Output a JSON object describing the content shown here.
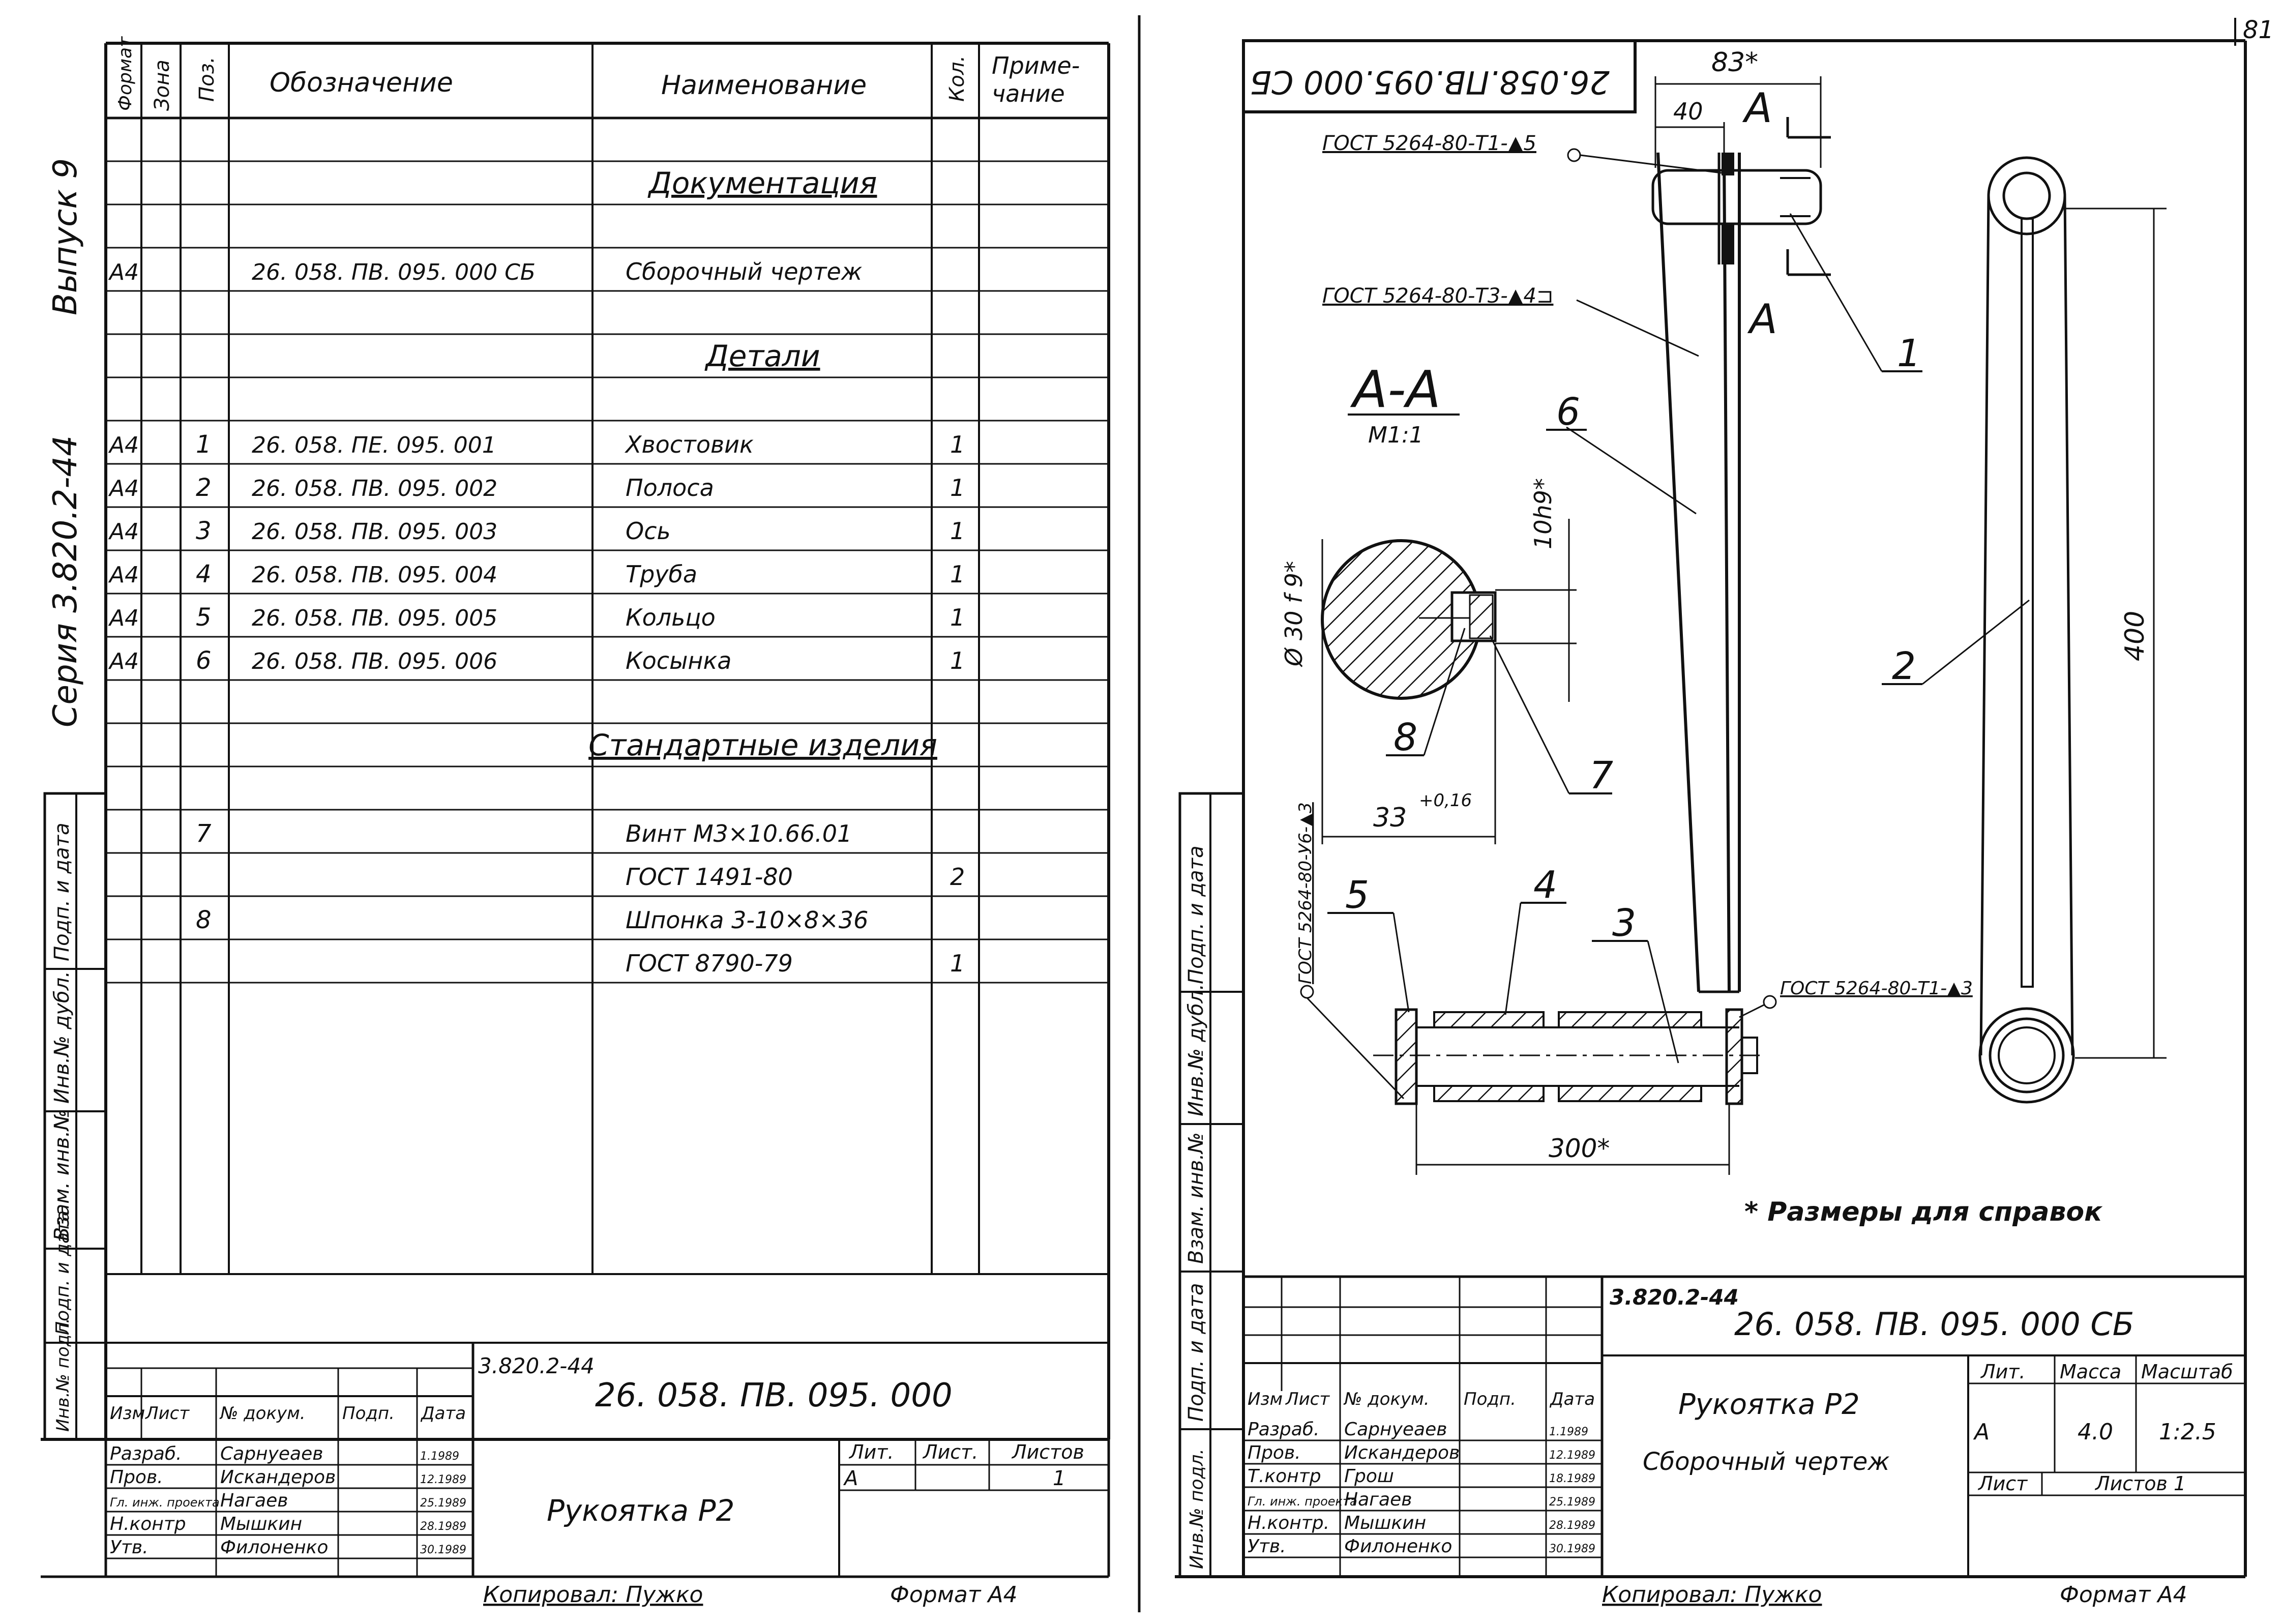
{
  "page_number": "81",
  "left_sheet": {
    "vertical_series": "Серия 3.820.2-44",
    "vertical_issue": "Выпуск 9",
    "side_stamp_labels": [
      "Подп. и дата",
      "Инв.№ дубл.",
      "Взам. инв.№",
      "Подп. и дата",
      "Инв.№ подл."
    ],
    "spec_headers": {
      "format": "Формат",
      "zone": "Зона",
      "pos": "Поз.",
      "designation": "Обозначение",
      "name": "Наименование",
      "qty": "Кол.",
      "note": "Приме-\nчание"
    },
    "spec_rows": [
      {
        "format": "",
        "pos": "",
        "designation": "",
        "name": "",
        "qty": ""
      },
      {
        "format": "",
        "pos": "",
        "designation": "",
        "name": "Документация",
        "qty": "",
        "section": true
      },
      {
        "format": "",
        "pos": "",
        "designation": "",
        "name": "",
        "qty": ""
      },
      {
        "format": "А4",
        "pos": "",
        "designation": "26. 058. ПВ. 095. 000 СБ",
        "name": "Сборочный чертеж",
        "qty": ""
      },
      {
        "format": "",
        "pos": "",
        "designation": "",
        "name": "",
        "qty": ""
      },
      {
        "format": "",
        "pos": "",
        "designation": "",
        "name": "Детали",
        "qty": "",
        "section": true
      },
      {
        "format": "",
        "pos": "",
        "designation": "",
        "name": "",
        "qty": ""
      },
      {
        "format": "А4",
        "pos": "1",
        "designation": "26. 058. ПЕ. 095. 001",
        "name": "Хвостовик",
        "qty": "1"
      },
      {
        "format": "А4",
        "pos": "2",
        "designation": "26. 058. ПВ. 095. 002",
        "name": "Полоса",
        "qty": "1"
      },
      {
        "format": "А4",
        "pos": "3",
        "designation": "26. 058. ПВ. 095. 003",
        "name": "Ось",
        "qty": "1"
      },
      {
        "format": "А4",
        "pos": "4",
        "designation": "26. 058. ПВ. 095. 004",
        "name": "Труба",
        "qty": "1"
      },
      {
        "format": "А4",
        "pos": "5",
        "designation": "26. 058. ПВ. 095. 005",
        "name": "Кольцо",
        "qty": "1"
      },
      {
        "format": "А4",
        "pos": "6",
        "designation": "26. 058. ПВ. 095. 006",
        "name": "Косынка",
        "qty": "1"
      },
      {
        "format": "",
        "pos": "",
        "designation": "",
        "name": "",
        "qty": ""
      },
      {
        "format": "",
        "pos": "",
        "designation": "",
        "name": "Стандартные изделия",
        "qty": "",
        "section": true
      },
      {
        "format": "",
        "pos": "",
        "designation": "",
        "name": "",
        "qty": ""
      },
      {
        "format": "",
        "pos": "7",
        "designation": "",
        "name": "Винт М3×10.66.01",
        "qty": ""
      },
      {
        "format": "",
        "pos": "",
        "designation": "",
        "name": "ГОСТ 1491-80",
        "qty": "2"
      },
      {
        "format": "",
        "pos": "8",
        "designation": "",
        "name": "Шпонка 3-10×8×36",
        "qty": ""
      },
      {
        "format": "",
        "pos": "",
        "designation": "",
        "name": "ГОСТ 8790-79",
        "qty": "1"
      }
    ],
    "title_block": {
      "series_code": "3.820.2-44",
      "designation": "26. 058. ПВ. 095. 000",
      "name": "Рукоятка Р2",
      "col_headers": [
        "Изм",
        "Лист",
        "№ докум.",
        "Подп.",
        "Дата"
      ],
      "people": [
        {
          "role": "Разраб.",
          "name": "Сарнуеаев",
          "date": "1.1989"
        },
        {
          "role": "Пров.",
          "name": "Искандеров",
          "date": "12.1989"
        },
        {
          "role": "Гл. инж. проекта",
          "name": "Нагаев",
          "date": "25.1989"
        },
        {
          "role": "Н.контр",
          "name": "Мышкин",
          "date": "28.1989"
        },
        {
          "role": "Утв.",
          "name": "Филоненко",
          "date": "30.1989"
        }
      ],
      "lit_label": "Лит.",
      "sheet_label": "Лист.",
      "sheets_label": "Листов",
      "lit_value": "А",
      "sheets_value": "1"
    },
    "copied": "Копировал: Пужко",
    "format": "Формат А4"
  },
  "right_sheet": {
    "top_stamp": "26.058.ПВ.095.000 СБ",
    "side_stamp_labels": [
      "Подп. и дата",
      "Инв.№ дубл.",
      "Взам. инв.№",
      "Подп. и дата",
      "Инв.№ подл."
    ],
    "drawing": {
      "section_label": "А-А",
      "section_scale": "М1:1",
      "cut_mark": "А",
      "weld_1": "ГОСТ 5264-80-Т1-▲5",
      "weld_2": "ГОСТ 5264-80-Т3-▲4⊐",
      "weld_3": "ГОСТ 5264-80-У6-▲3",
      "weld_4": "ГОСТ 5264-80-Т1-▲3",
      "dim_83": "83*",
      "dim_40": "40",
      "dim_400": "400",
      "dim_300": "300*",
      "dim_33": "33",
      "dim_33_tol": "+0,16",
      "dim_30": "Ø 30 f 9*",
      "dim_10": "10h9*",
      "positions": [
        "1",
        "2",
        "3",
        "4",
        "5",
        "6",
        "7",
        "8"
      ],
      "reference_note": "* Размеры для справок"
    },
    "title_block": {
      "series_code": "3.820.2-44",
      "designation": "26. 058. ПВ. 095. 000 СБ",
      "name": "Рукоятка Р2",
      "doc_type": "Сборочный чертеж",
      "col_headers": [
        "Изм",
        "Лист",
        "№ докум.",
        "Подп.",
        "Дата"
      ],
      "people": [
        {
          "role": "Разраб.",
          "name": "Сарнуеаев",
          "date": "1.1989"
        },
        {
          "role": "Пров.",
          "name": "Искандеров",
          "date": "12.1989"
        },
        {
          "role": "Т.контр",
          "name": "Грош",
          "date": "18.1989"
        },
        {
          "role": "Гл. инж. проекта",
          "name": "Нагаев",
          "date": "25.1989"
        },
        {
          "role": "Н.контр.",
          "name": "Мышкин",
          "date": "28.1989"
        },
        {
          "role": "Утв.",
          "name": "Филоненко",
          "date": "30.1989"
        }
      ],
      "lit_label": "Лит.",
      "mass_label": "Масса",
      "scale_label": "Масштаб",
      "lit_value": "А",
      "mass_value": "4.0",
      "scale_value": "1:2.5",
      "sheet_label": "Лист",
      "sheets_label": "Листов 1"
    },
    "copied": "Копировал: Пужко",
    "format": "Формат А4"
  }
}
